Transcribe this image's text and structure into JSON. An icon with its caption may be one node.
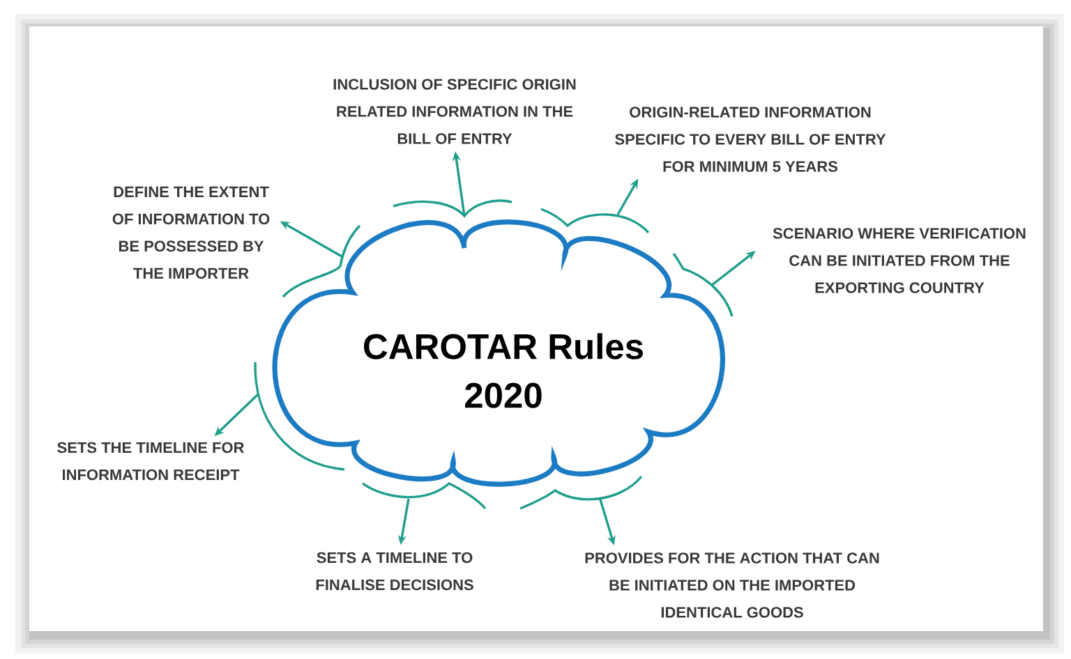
{
  "diagram": {
    "nodes": [
      {
        "text": [
          "INCLUSION OF SPECIFIC ORIGIN RELATED INFORMATION IN THE BILL OF ENTRY"
        ]
      },
      {
        "text": [
          "ORIGIN-RELATED INFORMATION SPECIFIC TO EVERY BILL OF ENTRY FOR MINIMUM 5 YEARS"
        ]
      },
      {
        "text": [
          "DEFINE THE EXTENT OF INFORMATION TO BE POSSESSED BY THE IMPORTER"
        ]
      },
      {
        "text": [
          "SCENARIO WHERE VERIFICATION CAN BE INITIATED FROM THE EXPORTING COUNTRY"
        ]
      },
      {
        "text": [
          "CAROTAR Rules 2020"
        ]
      },
      {
        "text": [
          "SETS THE TIMELINE FOR INFORMATION RECEIPT"
        ]
      },
      {
        "text": [
          "SETS A TIMELINE TO FINALISE DECISIONS"
        ]
      },
      {
        "text": [
          "PROVIDES FOR THE ACTION THAT CAN BE INITIATED ON THE IMPORTED IDENTICAL GOODS"
        ]
      }
    ],
    "edges": [
      {
        "from": 4,
        "to": 0,
        "arrow": "to"
      },
      {
        "from": 4,
        "to": 1,
        "arrow": "to"
      },
      {
        "from": 4,
        "to": 2,
        "arrow": "to"
      },
      {
        "from": 4,
        "to": 3,
        "arrow": "to"
      },
      {
        "from": 4,
        "to": 5,
        "arrow": "to"
      },
      {
        "from": 4,
        "to": 6,
        "arrow": "to"
      },
      {
        "from": 4,
        "to": 7,
        "arrow": "to"
      }
    ]
  }
}
